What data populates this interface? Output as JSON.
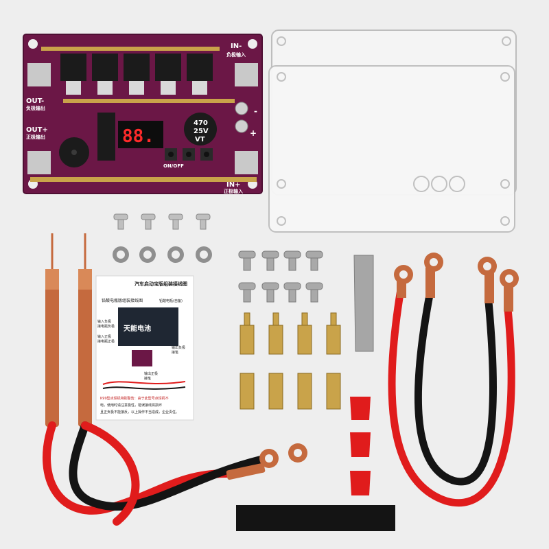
{
  "board": {
    "label_in_minus": "IN-",
    "label_in_minus_cn": "负极输入",
    "label_out_minus": "OUT-",
    "label_out_minus_cn": "负极输出",
    "label_out_plus": "OUT+",
    "label_out_plus_cn": "正极输出",
    "label_in_plus": "IN+",
    "label_in_plus_cn": "正极输入",
    "display": "88.",
    "cap_line1": "470",
    "cap_line2": "25V",
    "cap_line3": "VT",
    "switch_label": "ON/OFF",
    "plus_mark": "+",
    "minus_mark": "-"
  },
  "card": {
    "title": "汽车启动宝版组装接线图",
    "subtitle_left": "铅酸电瓶版组装接线图",
    "subtitle_right": "铅酸电瓶(自备)",
    "battery_brand": "天能电池",
    "note_left_1": "输入负极",
    "note_left_2": "接电瓶负极",
    "note_left_3": "输入正极",
    "note_left_4": "接电瓶正极",
    "note_right_1": "输出负极",
    "note_right_2": "接笔",
    "note_bottom_1": "输出正极",
    "note_bottom_2": "接笔",
    "warning_1": "K99型点焊机特别警告：由于此型号点焊机不",
    "warning_2": "电，使用时请注意极性，错误接线将损坏",
    "warning_3": "且正负极不能接反，以上操作不当造成，企业责任。"
  },
  "colors": {
    "pcb": "#6b1746",
    "copper": "#c56a3e",
    "red_cable": "#e01c1c",
    "black_cable": "#141414",
    "brass": "#c9a34a",
    "background": "#eeeeee"
  }
}
